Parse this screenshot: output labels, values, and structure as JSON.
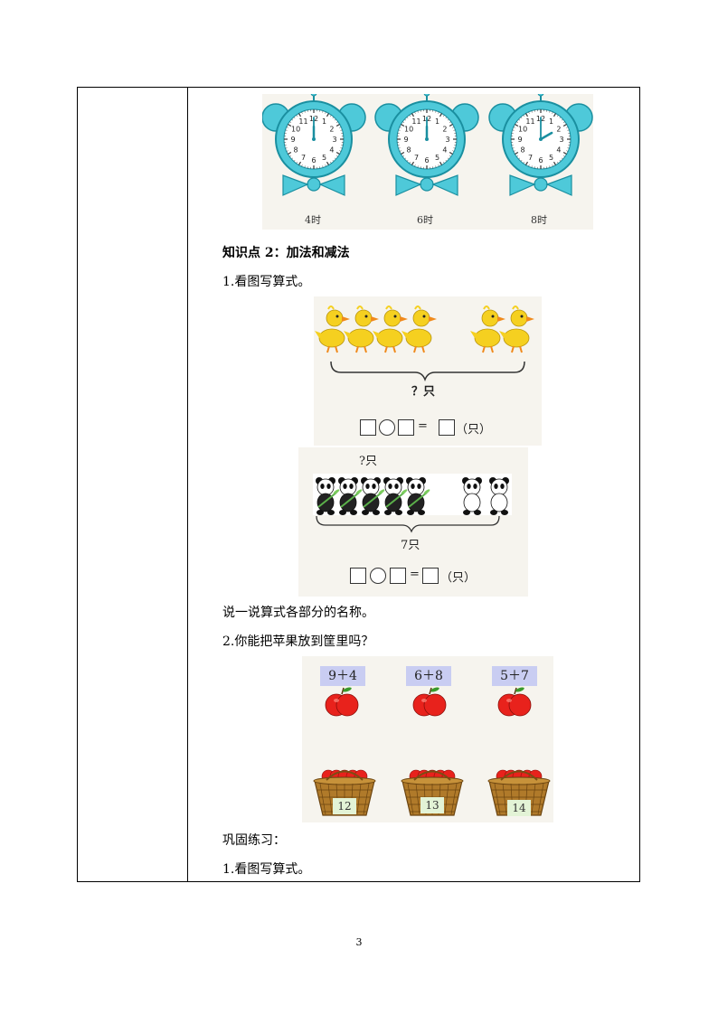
{
  "clocks": [
    {
      "label": "4时",
      "hour": 12,
      "minute": 0
    },
    {
      "label": "6时",
      "hour": 12,
      "minute": 0
    },
    {
      "label": "8时",
      "hour": 2,
      "minute": 0
    }
  ],
  "clock_numbers": [
    "12",
    "1",
    "2",
    "3",
    "4",
    "5",
    "6",
    "7",
    "8",
    "9",
    "10",
    "11"
  ],
  "colors": {
    "clock_face": "#4ec9d9",
    "clock_outline": "#1a8fa0",
    "duck": "#f5d020",
    "apple": "#e8221c",
    "basket": "#b07a2a"
  },
  "section2": {
    "heading": "知识点 2：加法和减法",
    "q1": "1.看图写算式。",
    "duck_figure": {
      "caption": "？只",
      "unit": "（只）",
      "equals": "="
    },
    "panda_figure": {
      "top_caption": "?只",
      "bottom_caption": "7只",
      "unit": "（只）",
      "equals": "="
    },
    "say_prompt": "说一说算式各部分的名称。",
    "q2": "2.你能把苹果放到筐里吗？",
    "expressions": [
      "9＋4",
      "6＋8",
      "5＋7"
    ],
    "basket_numbers": [
      "12",
      "13",
      "14"
    ]
  },
  "practice": {
    "heading": "巩固练习：",
    "q1": "1.看图写算式。"
  },
  "page_number": "3"
}
